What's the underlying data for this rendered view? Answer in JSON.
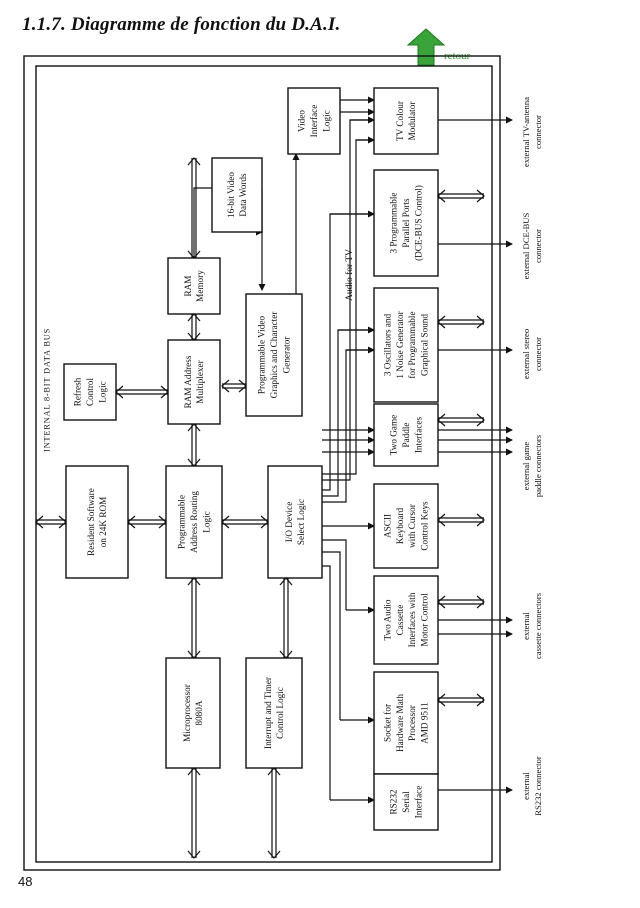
{
  "header": {
    "title": "1.1.7. Diagramme de fonction du D.A.I."
  },
  "nav": {
    "retour_label": "retour"
  },
  "footer": {
    "page_number": "48"
  },
  "diagram": {
    "bus_label": "INTERNAL 8-BIT DATA BUS",
    "audio_label": "Audio for TV",
    "blocks": {
      "video_interface": [
        "Video",
        "Interface",
        "Logic"
      ],
      "video_words": [
        "16-bit Video",
        "Data Words"
      ],
      "ram": [
        "RAM",
        "Memory"
      ],
      "ram_address": [
        "RAM Address",
        "Multiplexer"
      ],
      "refresh": [
        "Refresh",
        "Control",
        "Logic"
      ],
      "rom": [
        "Resident Software",
        "on 24K ROM"
      ],
      "address_routing": [
        "Programmable",
        "Address Routing",
        "Logic"
      ],
      "video_gen": [
        "Programmable Video",
        "Graphics and Character",
        "Generator"
      ],
      "io_select": [
        "I/O Device",
        "Select Logic"
      ],
      "microprocessor": [
        "Microprocessor",
        "8080A"
      ],
      "interrupt": [
        "Interrupt and Timer",
        "Control Logic"
      ],
      "tv_modulator": [
        "TV Colour",
        "Modulator"
      ],
      "parallel_ports": [
        "3 Programmable",
        "Parallel Ports",
        "(DCE-BUS Control)"
      ],
      "sound": [
        "3 Oscillators and",
        "1 Noise Generator",
        "for Programmable",
        "Graphical Sound"
      ],
      "paddle": [
        "Two Game",
        "Paddle",
        "Interfaces"
      ],
      "keyboard": [
        "ASCII",
        "Keyboard",
        "with Cursor",
        "Control Keys"
      ],
      "cassette": [
        "Two Audio",
        "Cassette",
        "Interfaces with",
        "Motor Control"
      ],
      "math": [
        "Socket for",
        "Hardware Math",
        "Processor",
        "AMD 9511"
      ],
      "serial": [
        "RS232",
        "Serial",
        "Interface"
      ]
    },
    "external": {
      "tv": [
        "external TV-antenna",
        "connector"
      ],
      "dce": [
        "external DCE-BUS",
        "connector"
      ],
      "stereo": [
        "external stereo",
        "connector"
      ],
      "game": [
        "external game",
        "paddle connectors"
      ],
      "cassette": [
        "external",
        "cassette connectors"
      ],
      "rs232": [
        "external",
        "RS232 connector"
      ]
    }
  }
}
